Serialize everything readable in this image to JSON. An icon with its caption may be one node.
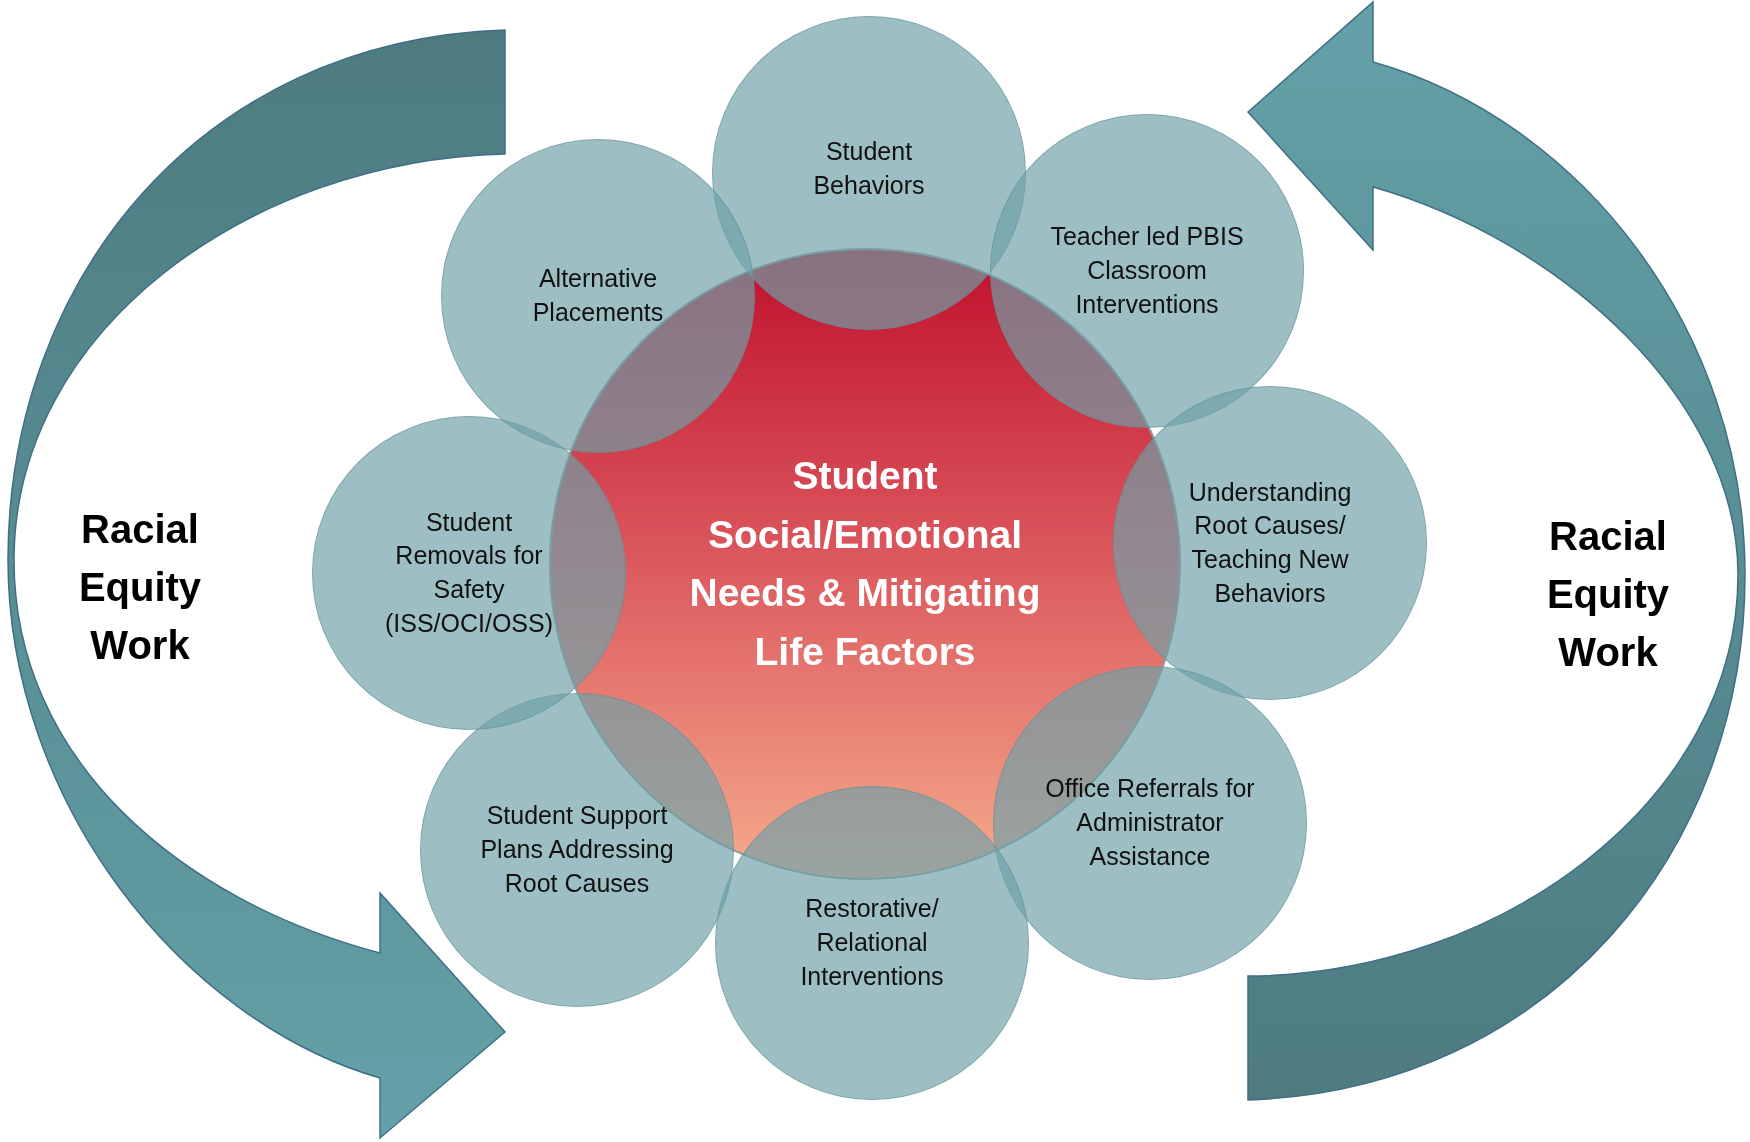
{
  "diagram": {
    "nodes": [
      {
        "text": [
          "Student Social/Emotional Needs & Mitigating Life Factors"
        ]
      },
      {
        "text": [
          "Student Behaviors"
        ]
      },
      {
        "text": [
          "Teacher led PBIS Classroom Interventions"
        ]
      },
      {
        "text": [
          "Understanding Root Causes/ Teaching New Behaviors"
        ]
      },
      {
        "text": [
          "Office Referrals for Administrator Assistance"
        ]
      },
      {
        "text": [
          "Restorative/ Relational Interventions"
        ]
      },
      {
        "text": [
          "Student Support Plans Addressing Root Causes"
        ]
      },
      {
        "text": [
          "Student Removals for Safety (ISS/OCI/OSS)"
        ]
      },
      {
        "text": [
          "Alternative Placements"
        ]
      }
    ],
    "labels": [
      "Racial Equity Work",
      "Racial Equity Work"
    ]
  }
}
